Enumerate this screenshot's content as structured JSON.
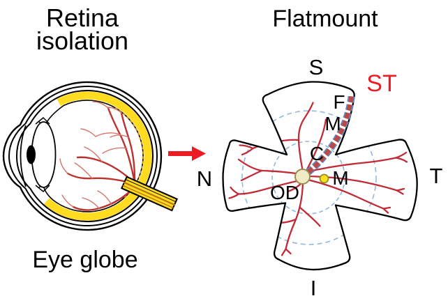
{
  "titles": {
    "left_line1": "Retina",
    "left_line2": "isolation",
    "right": "Flatmount"
  },
  "captions": {
    "eye_globe": "Eye globe"
  },
  "flatmount": {
    "quadrants": {
      "superior": "S",
      "temporal": "T",
      "inferior": "I",
      "nasal": "N"
    },
    "strip_label": "ST",
    "eccentricity": {
      "far": "F",
      "middle": "M",
      "central": "C"
    },
    "optic_disc_label": "OD",
    "macula_label": "M"
  },
  "icons": {
    "flow_arrow": "right-arrow"
  },
  "colors": {
    "accent-red": "#ed1c24",
    "ink": "#000000",
    "vessel-red": "#b9322e",
    "vessel-light": "#d4756b",
    "fm-vessel": "#bf2b36",
    "strip-red": "#bc4a44",
    "strip-blue": "#5e88c8",
    "ring-blue": "#92b8dc",
    "retina-yellow": "#ffdc1f",
    "retina-gold": "#e2a93c",
    "nerve-stripe": "#b97613",
    "od-fill": "#f0ebc4",
    "od-stroke": "#9a8a50",
    "macula-fill": "#ffdf1e",
    "macula-stroke": "#8a9228"
  }
}
